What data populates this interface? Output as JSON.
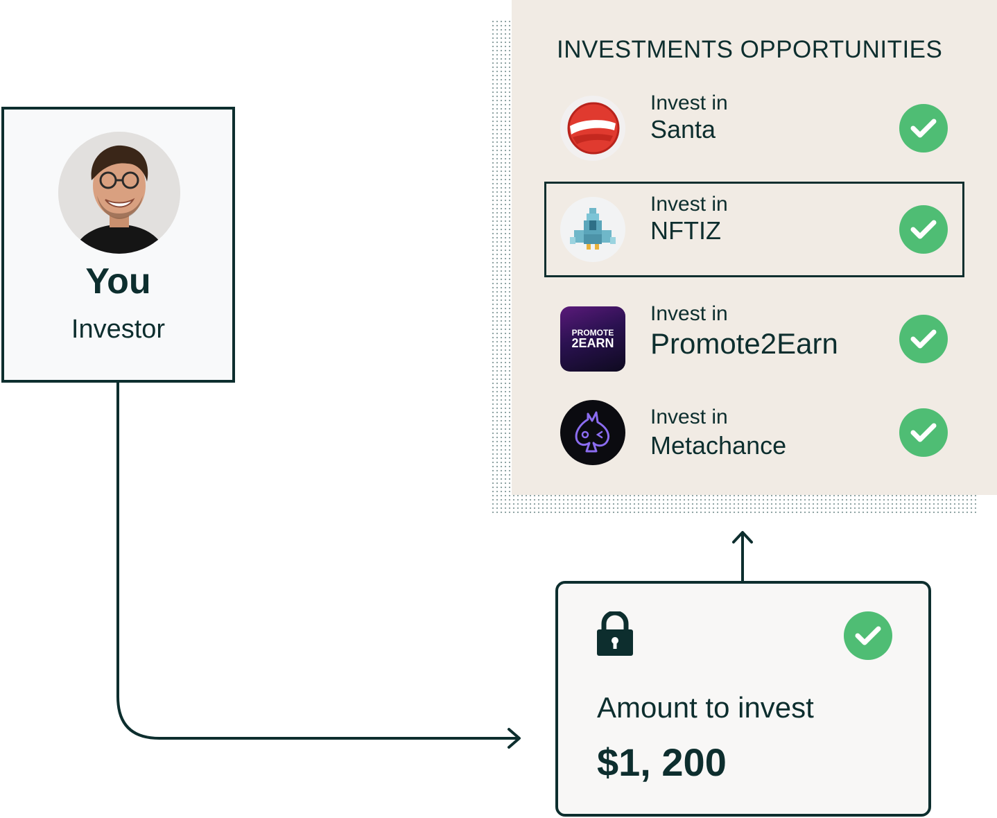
{
  "panel": {
    "title": "INVESTMENTS OPPORTUNITIES",
    "opportunities": [
      {
        "prefix": "Invest in",
        "name": "Santa",
        "logo_icon": "santa-logo-icon",
        "selected": false
      },
      {
        "prefix": "Invest in",
        "name": "NFTIZ",
        "logo_icon": "nftiz-spaceship-logo-icon",
        "selected": true
      },
      {
        "prefix": "Invest in",
        "name": "Promote2Earn",
        "logo_icon": "promote2earn-logo-icon",
        "logo_text_top": "PROMOTE",
        "logo_text_bottom": "2EARN",
        "selected": false
      },
      {
        "prefix": "Invest in",
        "name": "Metachance",
        "logo_icon": "metachance-spade-logo-icon",
        "selected": false
      }
    ]
  },
  "investor": {
    "name": "You",
    "role": "Investor",
    "avatar_icon": "investor-avatar"
  },
  "amount": {
    "label": "Amount to invest",
    "value": "$1, 200",
    "lock_icon": "lock-icon",
    "status_icon": "check-circle-icon"
  },
  "colors": {
    "dark": "#0d2e2e",
    "panel_bg": "#f1ebe4",
    "check_green": "#4fbd74",
    "dots": "#8fa4a4"
  }
}
